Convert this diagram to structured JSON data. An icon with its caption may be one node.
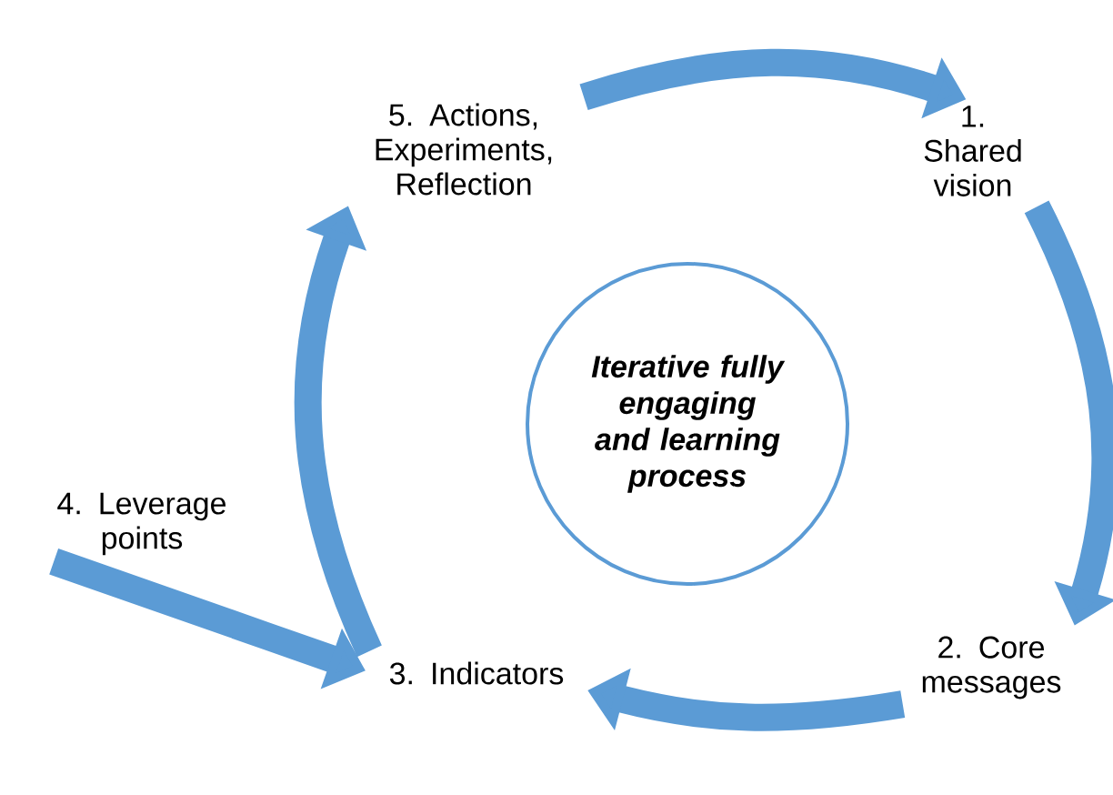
{
  "diagram": {
    "nodes": [
      {
        "text": [
          "5. Actions, Experiments, Reflection"
        ]
      },
      {
        "text": [
          "1. Shared vision"
        ]
      },
      {
        "text": [
          "Iterative fully engaging and learning process"
        ]
      },
      {
        "text": [
          "2. Core messages"
        ]
      },
      {
        "text": [
          "3. Indicators"
        ]
      },
      {
        "text": [
          "4. Leverage points"
        ]
      }
    ],
    "edges": [
      {
        "from": 0,
        "to": 1,
        "arrow": "to"
      },
      {
        "from": 1,
        "to": 3,
        "arrow": "to"
      },
      {
        "from": 3,
        "to": 4,
        "arrow": "to"
      },
      {
        "from": 4,
        "to": 0,
        "arrow": "to"
      },
      {
        "from": 5,
        "to": 4,
        "arrow": "to"
      }
    ]
  }
}
